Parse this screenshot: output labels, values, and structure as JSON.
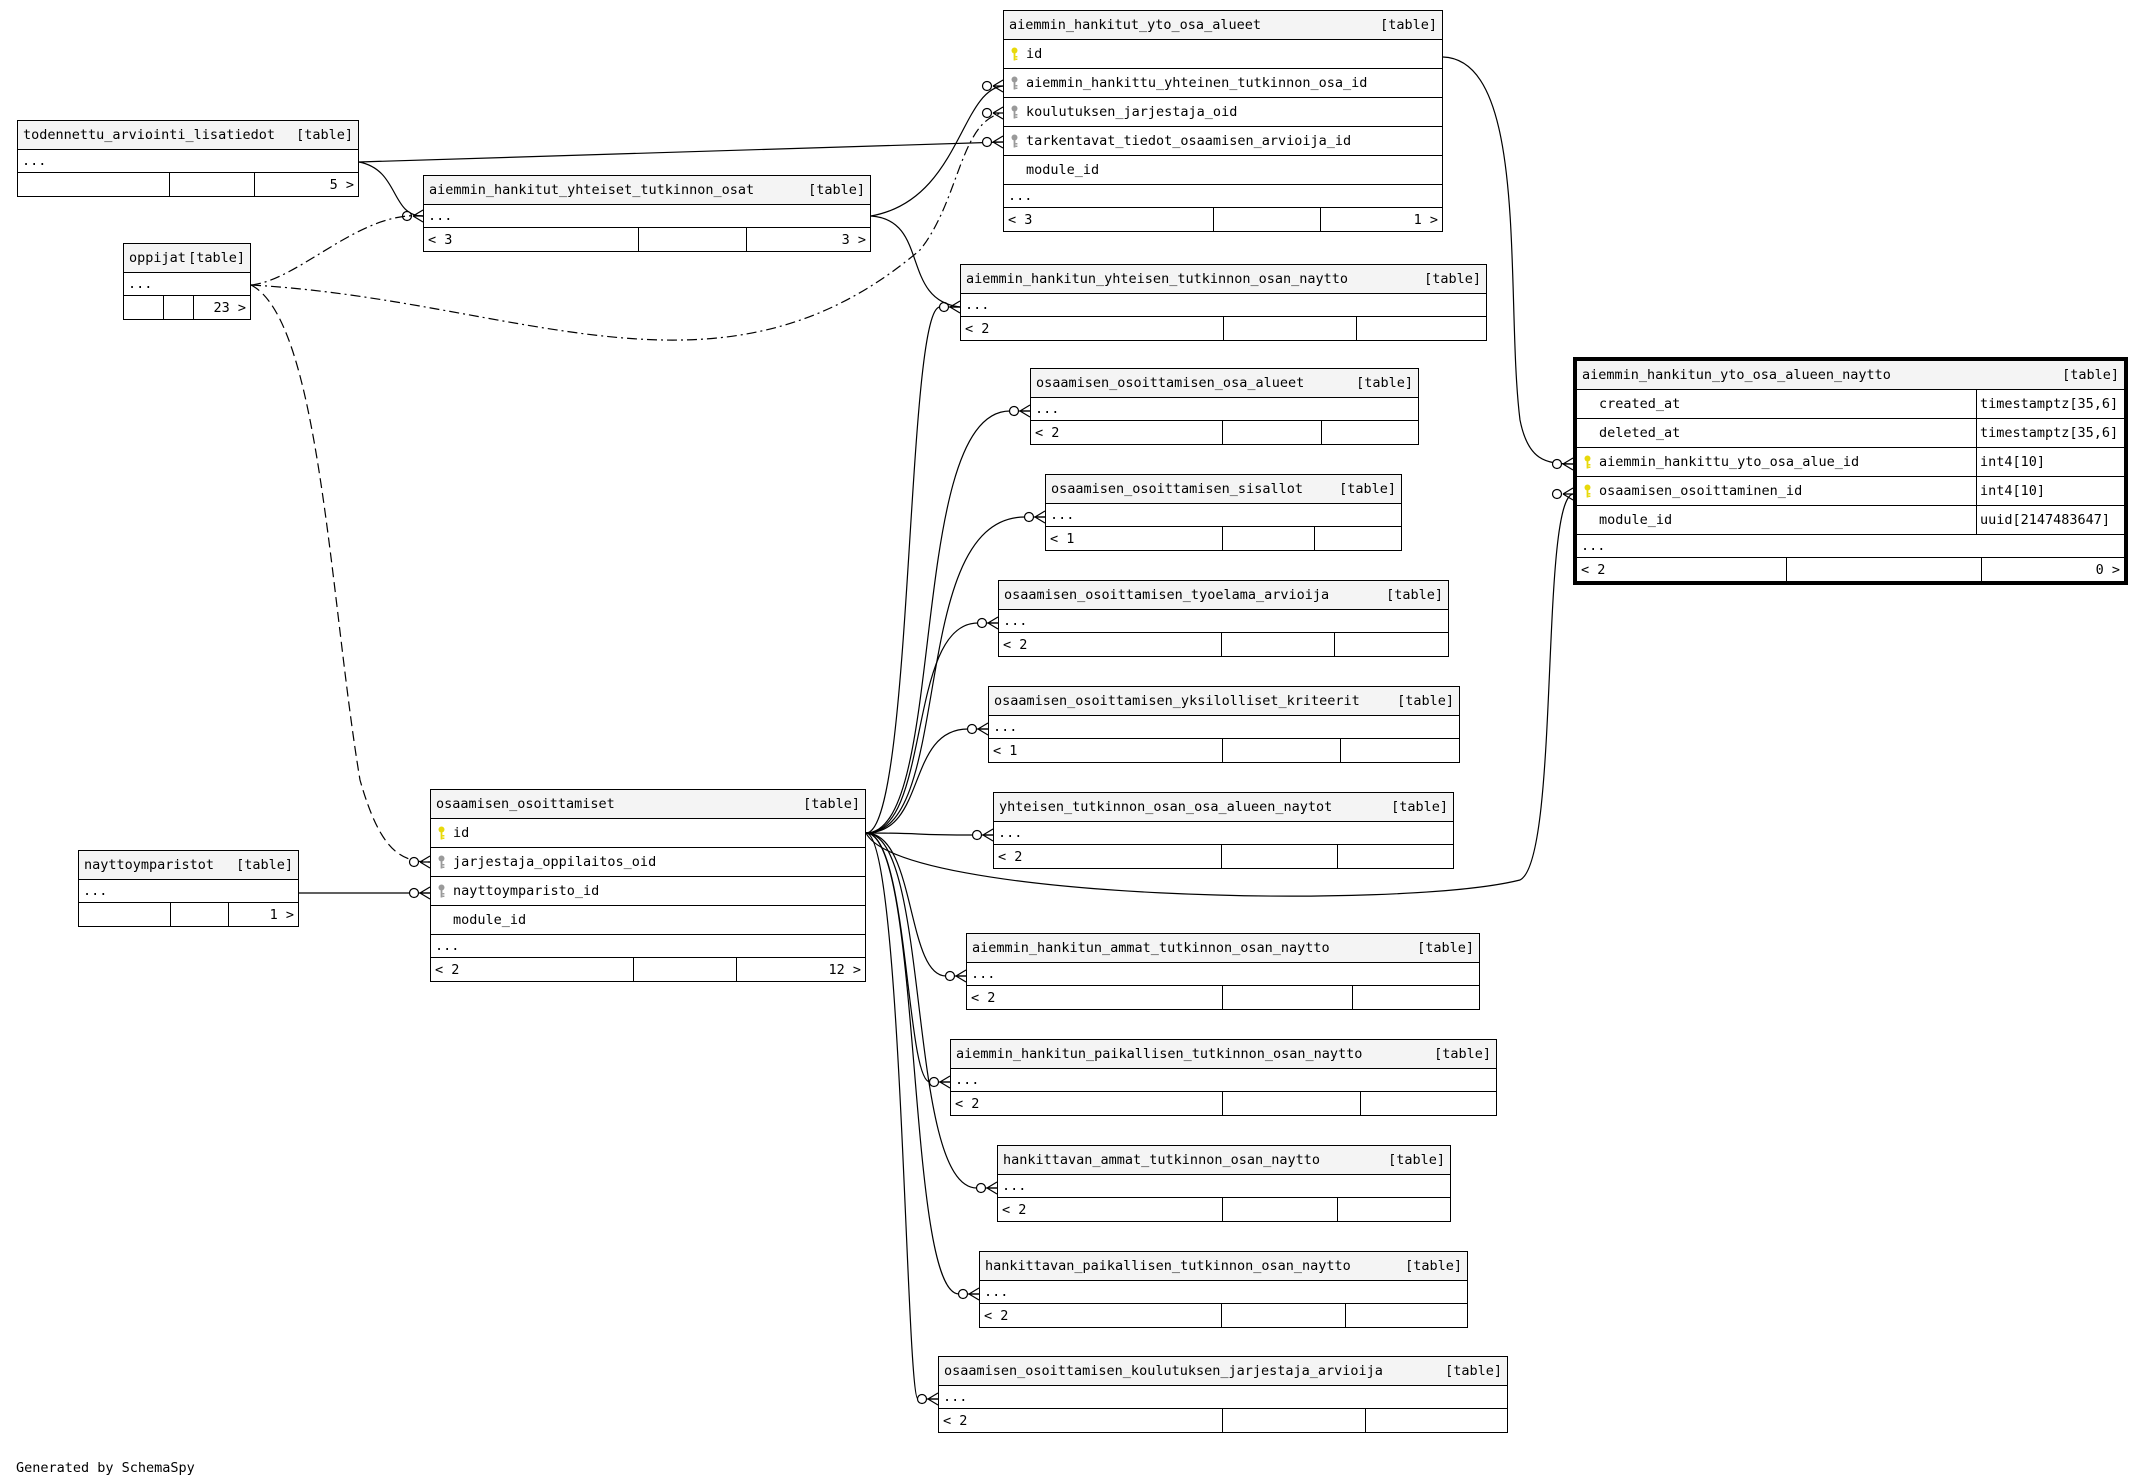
{
  "diagram": {
    "credit": "Generated by SchemaSpy",
    "table_tag": "[table]",
    "more": "...",
    "tables": [
      {
        "id": "todennettu",
        "name": "todennettu_arviointi_lisatiedot",
        "rows": [],
        "foot": [
          "",
          "",
          "5 >"
        ]
      },
      {
        "id": "oppijat",
        "name": "oppijat",
        "rows": [],
        "foot": [
          "",
          "",
          "23 >"
        ]
      },
      {
        "id": "yhteiset",
        "name": "aiemmin_hankitut_yhteiset_tutkinnon_osat",
        "rows": [],
        "foot": [
          "< 3",
          "",
          "3 >"
        ]
      },
      {
        "id": "yto_alueet",
        "name": "aiemmin_hankitut_yto_osa_alueet",
        "rows": [
          {
            "name": "id",
            "key": "pk"
          },
          {
            "name": "aiemmin_hankittu_yhteinen_tutkinnon_osa_id",
            "key": "fk"
          },
          {
            "name": "koulutuksen_jarjestaja_oid",
            "key": "fk"
          },
          {
            "name": "tarkentavat_tiedot_osaamisen_arvioija_id",
            "key": "fk"
          },
          {
            "name": "module_id",
            "key": ""
          }
        ],
        "foot": [
          "< 3",
          "",
          "1 >"
        ]
      },
      {
        "id": "yhteisen_naytto",
        "name": "aiemmin_hankitun_yhteisen_tutkinnon_osan_naytto",
        "rows": [],
        "foot": [
          "< 2",
          "",
          ""
        ]
      },
      {
        "id": "focus",
        "name": "aiemmin_hankitun_yto_osa_alueen_naytto",
        "rows": [
          {
            "name": "created_at",
            "key": "",
            "type": "timestamptz[35,6]"
          },
          {
            "name": "deleted_at",
            "key": "",
            "type": "timestamptz[35,6]"
          },
          {
            "name": "aiemmin_hankittu_yto_osa_alue_id",
            "key": "pk",
            "type": "int4[10]"
          },
          {
            "name": "osaamisen_osoittaminen_id",
            "key": "pk",
            "type": "int4[10]"
          },
          {
            "name": "module_id",
            "key": "",
            "type": "uuid[2147483647]"
          }
        ],
        "foot": [
          "< 2",
          "",
          "0 >"
        ]
      },
      {
        "id": "osa_alueet",
        "name": "osaamisen_osoittamisen_osa_alueet",
        "rows": [],
        "foot": [
          "< 2",
          "",
          ""
        ]
      },
      {
        "id": "sisallot",
        "name": "osaamisen_osoittamisen_sisallot",
        "rows": [],
        "foot": [
          "< 1",
          "",
          ""
        ]
      },
      {
        "id": "tyoelama",
        "name": "osaamisen_osoittamisen_tyoelama_arvioija",
        "rows": [],
        "foot": [
          "< 2",
          "",
          ""
        ]
      },
      {
        "id": "kriteerit",
        "name": "osaamisen_osoittamisen_yksilolliset_kriteerit",
        "rows": [],
        "foot": [
          "< 1",
          "",
          ""
        ]
      },
      {
        "id": "yt_naytot",
        "name": "yhteisen_tutkinnon_osan_osa_alueen_naytot",
        "rows": [],
        "foot": [
          "< 2",
          "",
          ""
        ]
      },
      {
        "id": "nayttoymparistot",
        "name": "nayttoymparistot",
        "rows": [],
        "foot": [
          "",
          "",
          "1 >"
        ]
      },
      {
        "id": "osoittamiset",
        "name": "osaamisen_osoittamiset",
        "rows": [
          {
            "name": "id",
            "key": "pk"
          },
          {
            "name": "jarjestaja_oppilaitos_oid",
            "key": "fk"
          },
          {
            "name": "nayttoymparisto_id",
            "key": "fk"
          },
          {
            "name": "module_id",
            "key": ""
          }
        ],
        "foot": [
          "< 2",
          "",
          "12 >"
        ]
      },
      {
        "id": "ammat_naytto",
        "name": "aiemmin_hankitun_ammat_tutkinnon_osan_naytto",
        "rows": [],
        "foot": [
          "< 2",
          "",
          ""
        ]
      },
      {
        "id": "paik_naytto",
        "name": "aiemmin_hankitun_paikallisen_tutkinnon_osan_naytto",
        "rows": [],
        "foot": [
          "< 2",
          "",
          ""
        ]
      },
      {
        "id": "hank_ammat",
        "name": "hankittavan_ammat_tutkinnon_osan_naytto",
        "rows": [],
        "foot": [
          "< 2",
          "",
          ""
        ]
      },
      {
        "id": "hank_paik",
        "name": "hankittavan_paikallisen_tutkinnon_osan_naytto",
        "rows": [],
        "foot": [
          "< 2",
          "",
          ""
        ]
      },
      {
        "id": "kj_arvioija",
        "name": "osaamisen_osoittamisen_koulutuksen_jarjestaja_arvioija",
        "rows": [],
        "foot": [
          "< 2",
          "",
          ""
        ]
      }
    ]
  },
  "colors": {
    "primary_key": "#e8d90a",
    "foreign_key": "#9a9a9a",
    "header_bg": "#f4f4f4",
    "line": "#000000"
  }
}
